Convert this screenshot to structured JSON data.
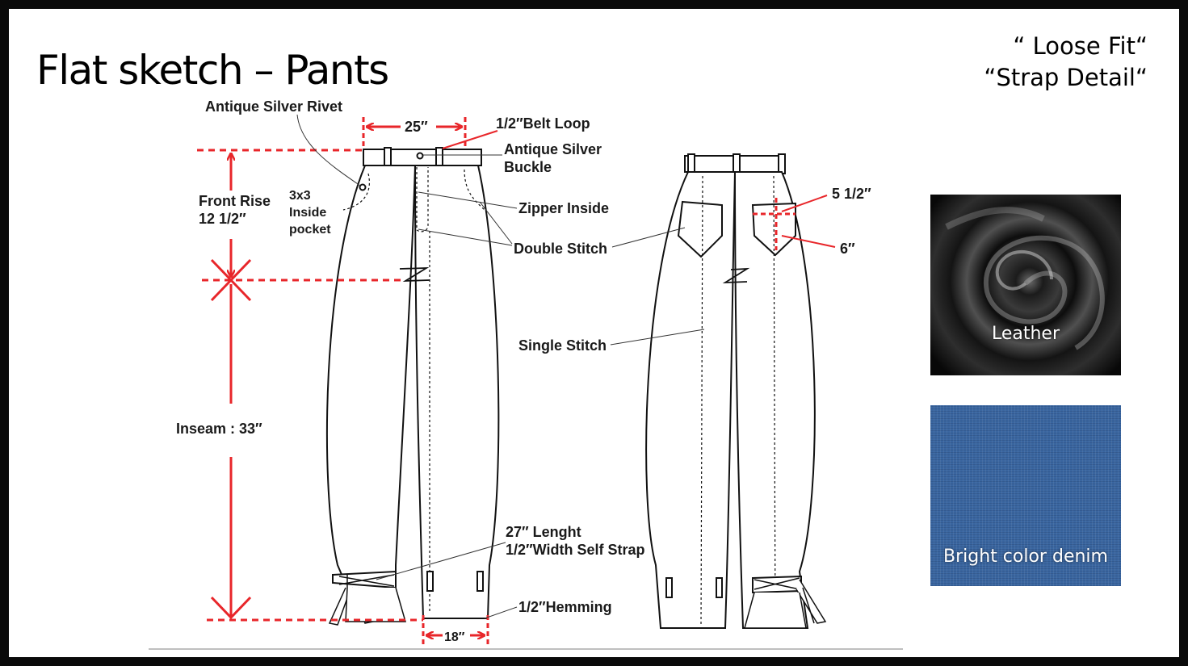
{
  "slide": {
    "title": "Flat sketch – Pants",
    "fit_line1": "“ Loose Fit“",
    "fit_line2": "“Strap Detail“"
  },
  "labels": {
    "rivet": "Antique Silver Rivet",
    "waist": "25″",
    "belt_loop": "1/2″Belt Loop",
    "buckle_line1": "Antique Silver",
    "buckle_line2": "Buckle",
    "front_rise_line1": "Front Rise",
    "front_rise_line2": "12 1/2″",
    "pocket_line1": "3x3",
    "pocket_line2": "Inside",
    "pocket_line3": "pocket",
    "zipper": "Zipper Inside",
    "double_stitch": "Double Stitch",
    "single_stitch": "Single Stitch",
    "inseam": "Inseam : 33″",
    "strap_line1": "27″ Lenght",
    "strap_line2": "1/2″Width Self Strap",
    "hemming": "1/2″Hemming",
    "hem_width": "18″",
    "back_pocket_width": "5 1/2″",
    "back_pocket_height": "6″"
  },
  "swatches": {
    "leather": "Leather",
    "denim": "Bright color denim"
  },
  "colors": {
    "measure_red": "#e8262a",
    "outline": "#111111",
    "frame": "#0a0a0a",
    "denim": "#3a66a0",
    "leather": "#1b1b1b"
  }
}
